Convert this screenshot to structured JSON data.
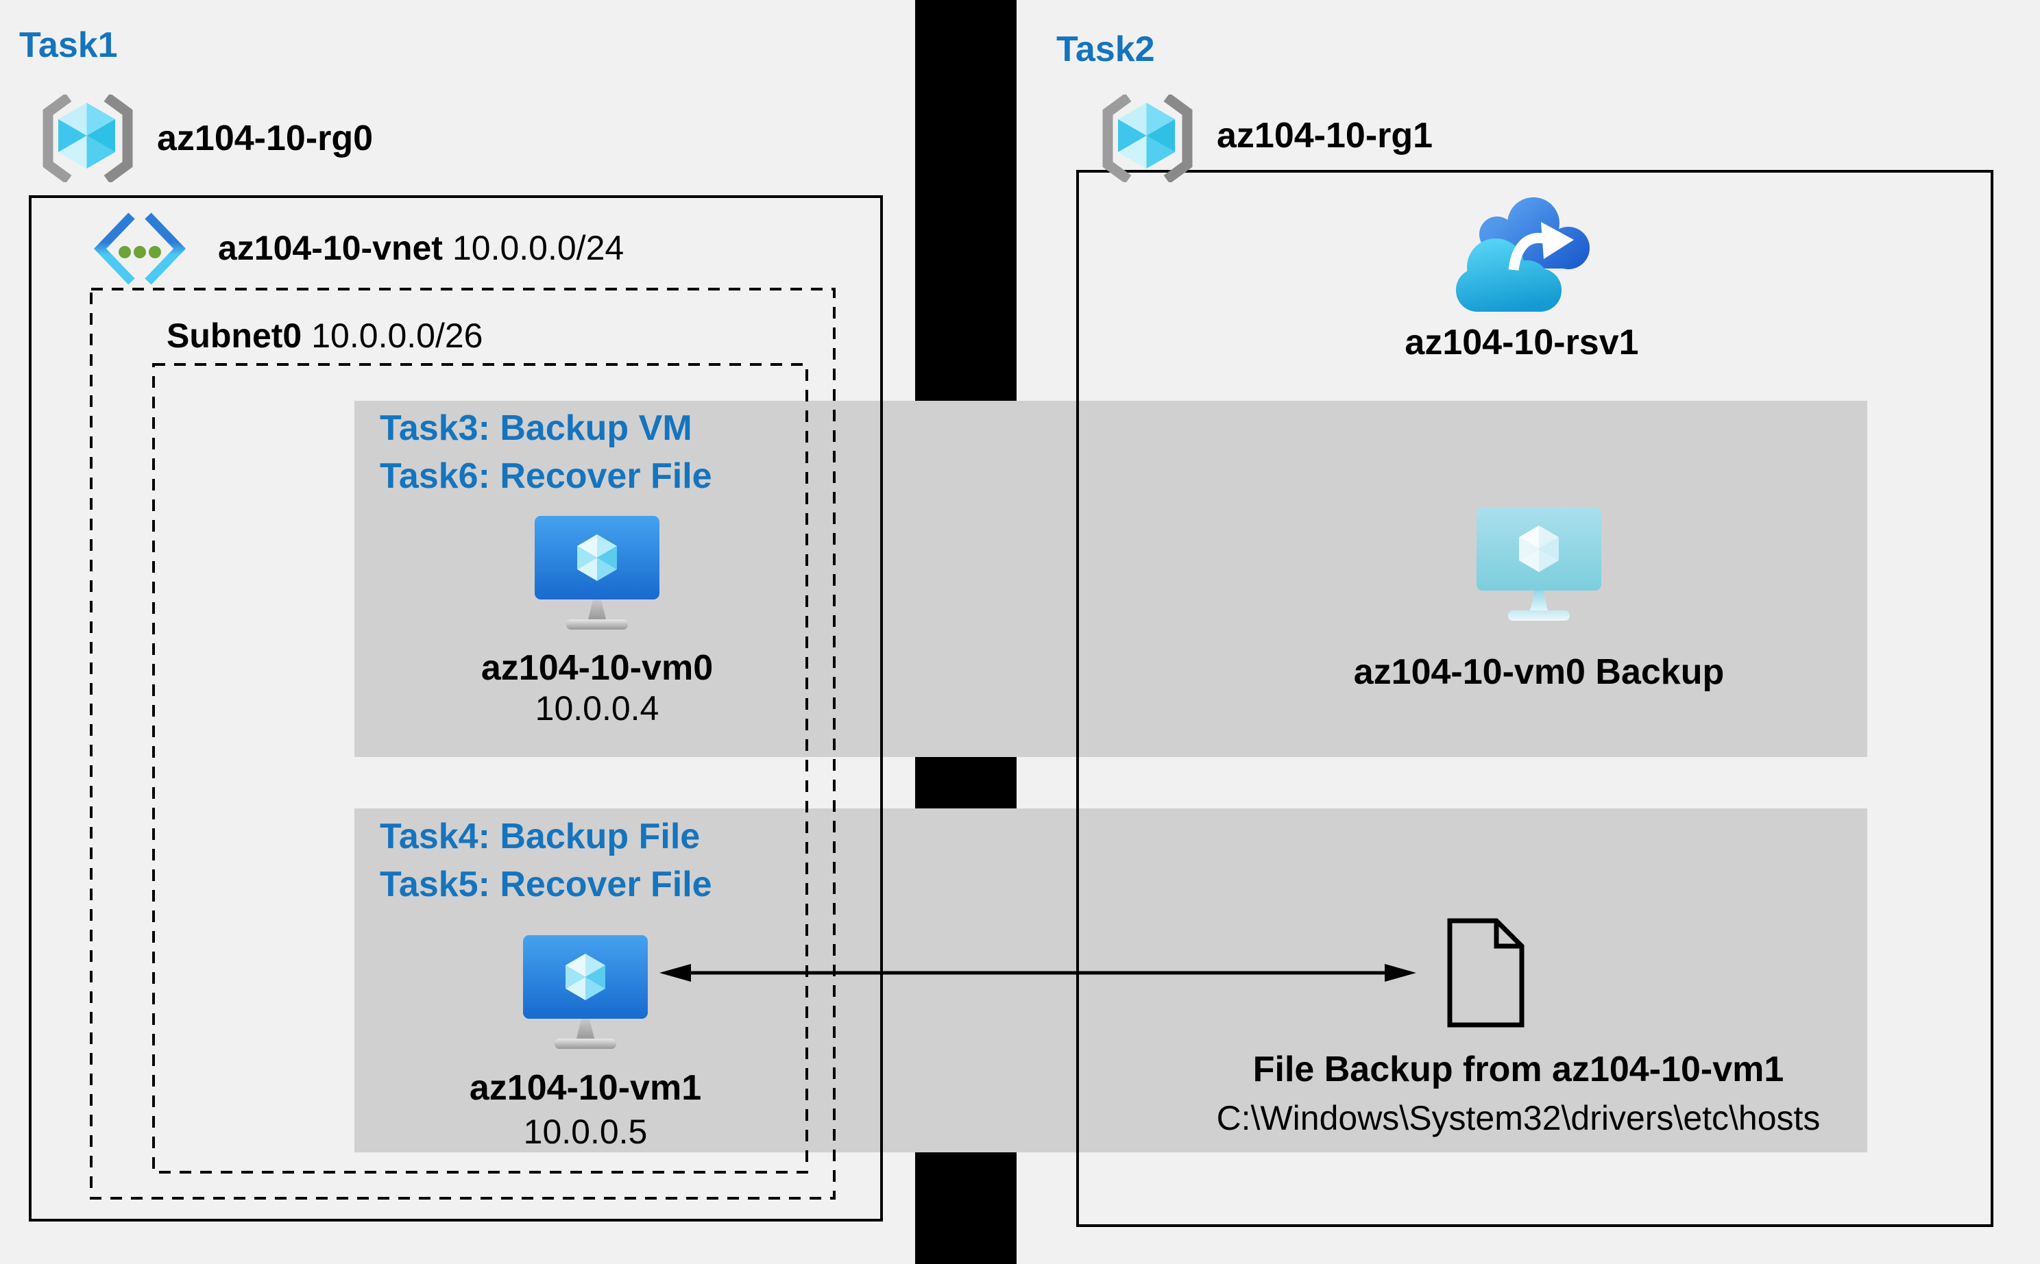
{
  "colors": {
    "accent_blue": "#1574bd",
    "band_gray": "#d0d0d0",
    "background": "#f1f1f1",
    "bar": "#000000"
  },
  "task1": {
    "label": "Task1"
  },
  "task2": {
    "label": "Task2"
  },
  "rg0": {
    "name": "az104-10-rg0"
  },
  "rg1": {
    "name": "az104-10-rg1"
  },
  "vnet": {
    "name": "az104-10-vnet",
    "cidr": "10.0.0.0/24"
  },
  "subnet": {
    "name": "Subnet0",
    "cidr": "10.0.0.0/26"
  },
  "vm0": {
    "tasks": [
      "Task3: Backup VM",
      "Task6: Recover File"
    ],
    "name": "az104-10-vm0",
    "ip": "10.0.0.4"
  },
  "vm1": {
    "tasks": [
      "Task4: Backup File",
      "Task5: Recover File"
    ],
    "name": "az104-10-vm1",
    "ip": "10.0.0.5"
  },
  "vault": {
    "name": "az104-10-rsv1"
  },
  "backup_vm": {
    "label": "az104-10-vm0 Backup"
  },
  "file_backup": {
    "title": "File Backup from az104-10-vm1",
    "path": "C:\\Windows\\System32\\drivers\\etc\\hosts"
  }
}
